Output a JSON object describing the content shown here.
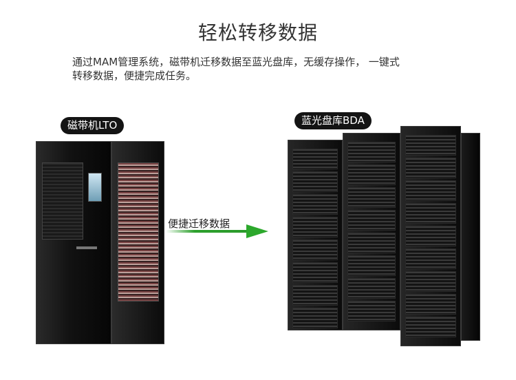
{
  "title": "轻松转移数据",
  "description": {
    "line1": "通过MAM管理系统，磁带机迁移数据至蓝光盘库，无缓存操作， 一键式",
    "line2": "转移数据，便捷完成任务。"
  },
  "tape_library": {
    "label": "磁带机LTO"
  },
  "optical_library": {
    "label": "蓝光盘库BDA"
  },
  "transfer": {
    "label": "便捷迁移数据",
    "arrow_color": "#2ca82c"
  }
}
